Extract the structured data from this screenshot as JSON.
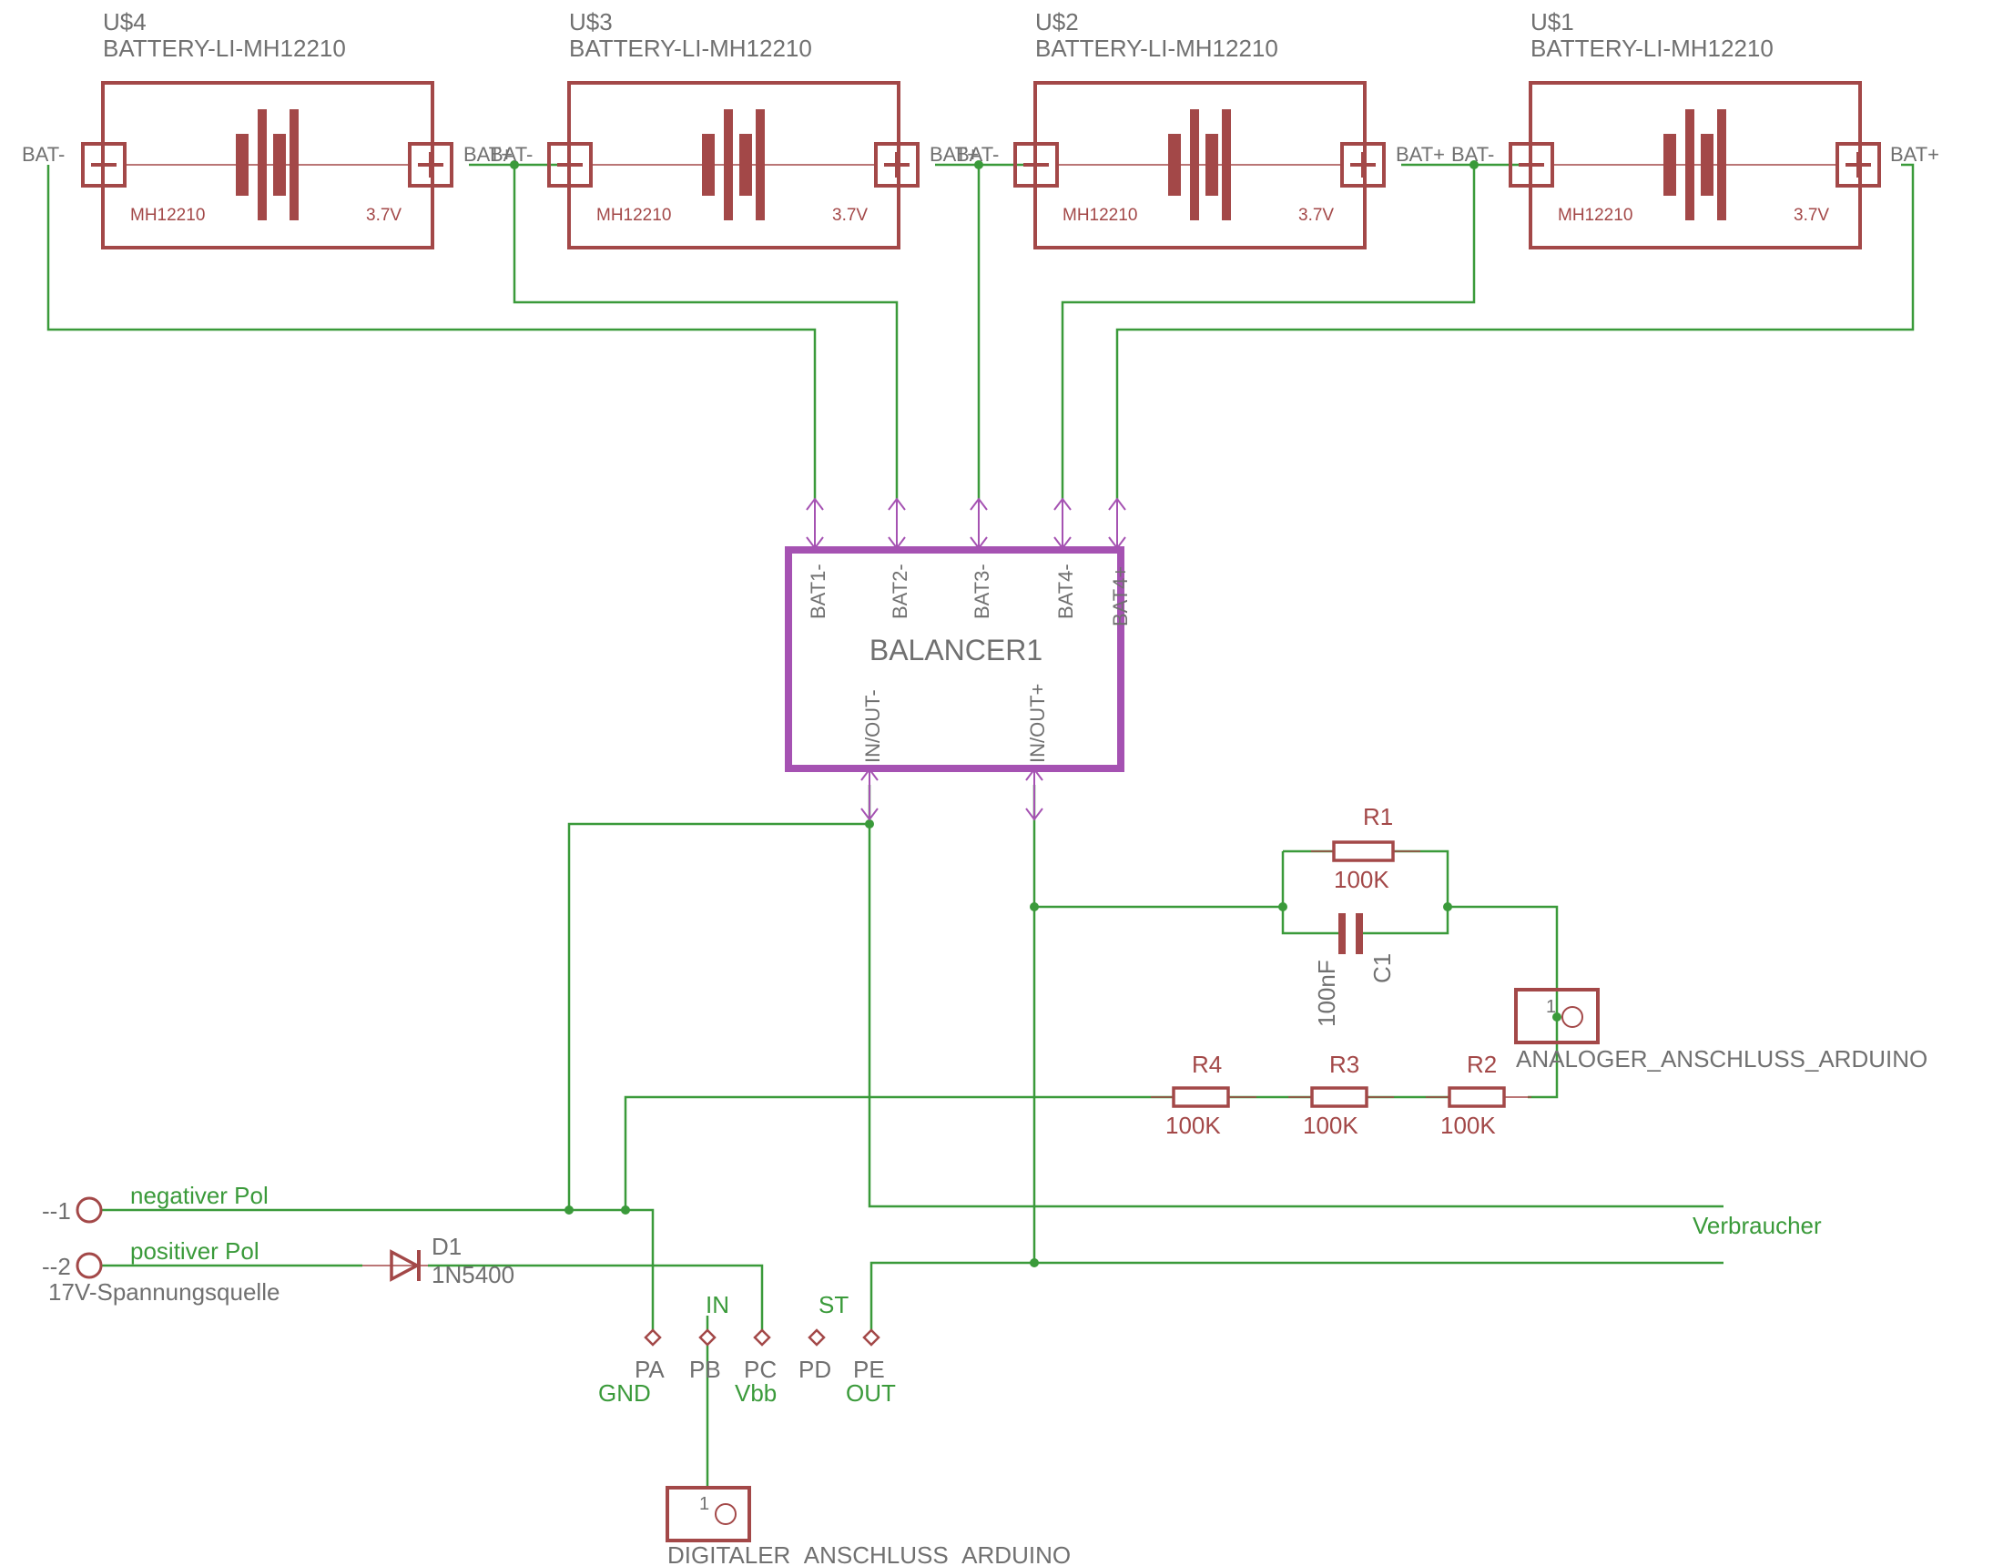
{
  "colors": {
    "symbol": "#a34848",
    "wire": "#3a9a3a",
    "balancer": "#a552b2",
    "label": "#707070"
  },
  "batteries": [
    {
      "name": "U$4",
      "value": "BATTERY-LI-MH12210",
      "model": "MH12210",
      "voltage": "3.7V",
      "pin_neg": "BAT-",
      "pin_pos": "BAT+"
    },
    {
      "name": "U$3",
      "value": "BATTERY-LI-MH12210",
      "model": "MH12210",
      "voltage": "3.7V",
      "pin_neg": "BAT-",
      "pin_pos": "BAT+"
    },
    {
      "name": "U$2",
      "value": "BATTERY-LI-MH12210",
      "model": "MH12210",
      "voltage": "3.7V",
      "pin_neg": "BAT-",
      "pin_pos": "BAT+"
    },
    {
      "name": "U$1",
      "value": "BATTERY-LI-MH12210",
      "model": "MH12210",
      "voltage": "3.7V",
      "pin_neg": "BAT-",
      "pin_pos": "BAT+"
    }
  ],
  "balancer": {
    "name": "BALANCER1",
    "pins_top": [
      "BAT1-",
      "BAT2-",
      "BAT3-",
      "BAT4-",
      "BAT4+"
    ],
    "pins_bottom": [
      "IN/OUT-",
      "IN/OUT+"
    ]
  },
  "resistors": [
    {
      "name": "R1",
      "value": "100K"
    },
    {
      "name": "R2",
      "value": "100K"
    },
    {
      "name": "R3",
      "value": "100K"
    },
    {
      "name": "R4",
      "value": "100K"
    }
  ],
  "capacitor": {
    "name": "C1",
    "value": "100nF"
  },
  "diode": {
    "name": "D1",
    "value": "1N5400"
  },
  "connectors": {
    "analog": {
      "pin": "1",
      "name": "ANALOGER_ANSCHLUSS_ARDUINO"
    },
    "digital": {
      "pin": "1",
      "name": "DIGITALER_ANSCHLUSS_ARDUINO"
    }
  },
  "source": {
    "pin1": "--1",
    "pin2": "--2",
    "net_negative": "negativer Pol",
    "net_positive": "positiver Pol",
    "name": "17V-Spannungsquelle"
  },
  "load_label": "Verbraucher",
  "module": {
    "pins": [
      "PA",
      "PB",
      "PC",
      "PD",
      "PE"
    ],
    "nets": [
      "GND",
      "IN",
      "Vbb",
      "ST",
      "OUT"
    ]
  }
}
